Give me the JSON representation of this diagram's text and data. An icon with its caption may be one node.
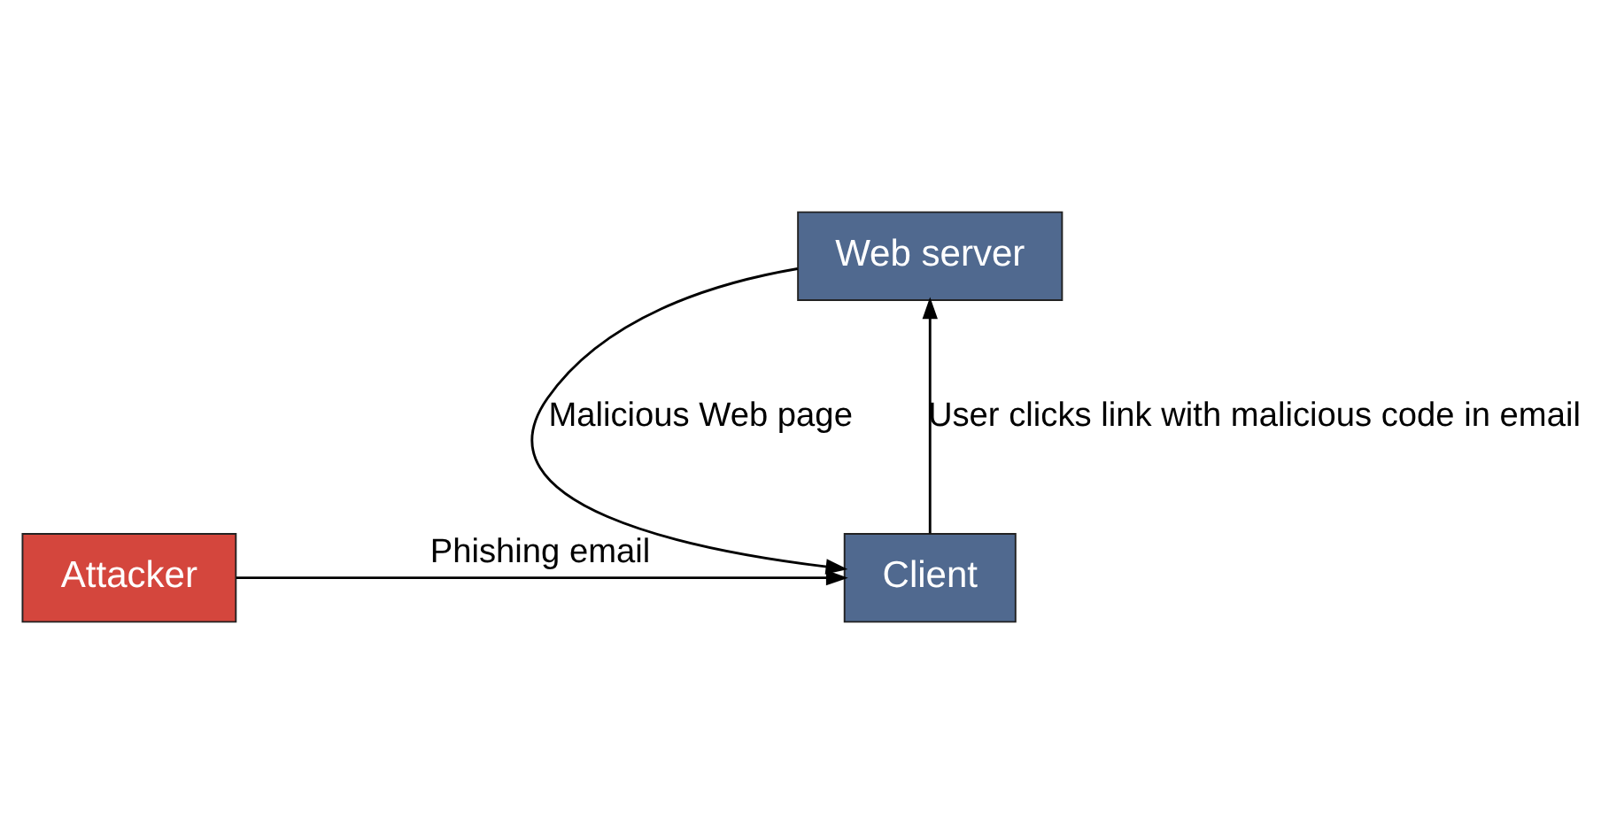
{
  "diagram": {
    "nodes": [
      {
        "text": [
          "Web server"
        ]
      },
      {
        "text": [
          "Attacker"
        ]
      },
      {
        "text": [
          "Client"
        ]
      }
    ],
    "edges": [
      {
        "from": 2,
        "to": 0,
        "arrow": "to",
        "label": "User clicks link with malicious code in email"
      },
      {
        "from": 0,
        "to": 2,
        "arrow": "to",
        "label": "Malicious Web page"
      },
      {
        "from": 1,
        "to": 2,
        "arrow": "to",
        "label": "Phishing email"
      }
    ]
  }
}
